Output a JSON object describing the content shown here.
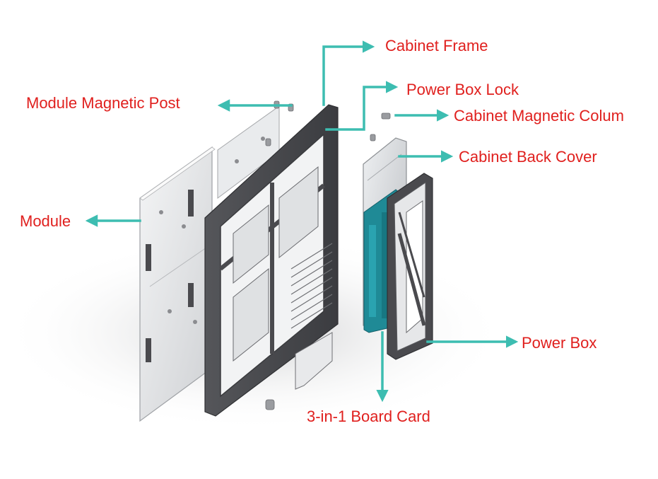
{
  "colors": {
    "label_text": "#e0201e",
    "arrow": "#3dbdb1",
    "frame_dark": "#4a4a4e",
    "frame_mid": "#8b8c90",
    "panel_light": "#e4e6e8",
    "board_teal": "#1f8a96",
    "background": "#ffffff"
  },
  "labels": {
    "cabinet_frame": "Cabinet Frame",
    "power_box_lock": "Power Box Lock",
    "module_magnetic_post": "Module Magnetic Post",
    "cabinet_magnetic_colum": "Cabinet Magnetic Colum",
    "cabinet_back_cover": "Cabinet Back Cover",
    "module": "Module",
    "power_box": "Power Box",
    "board_card": "3-in-1 Board Card"
  },
  "icons": {
    "arrow": "teal-arrow-icon",
    "screw": "screw-icon"
  }
}
